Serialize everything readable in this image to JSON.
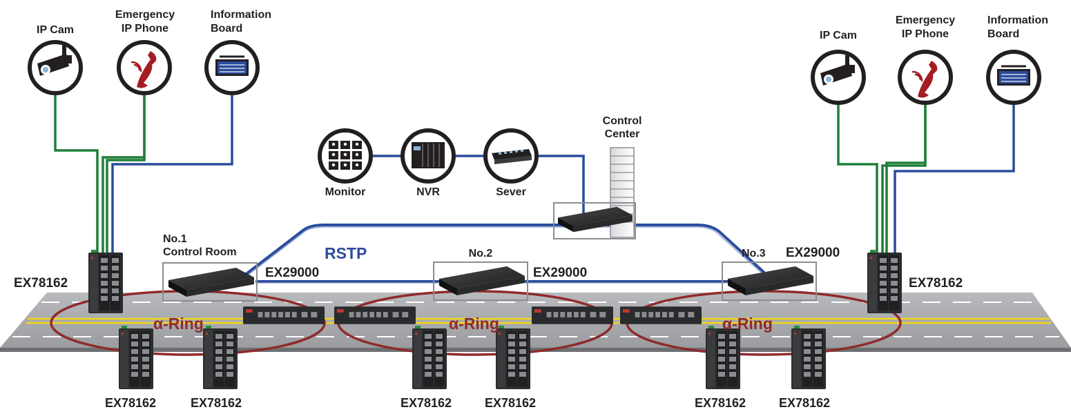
{
  "left_site": {
    "devices": [
      {
        "label": "IP Cam",
        "icon": "ip-camera-icon"
      },
      {
        "label_line1": "Emergency",
        "label_line2": "IP Phone",
        "icon": "emergency-phone-icon"
      },
      {
        "label_line1": "Information",
        "label_line2": "Board",
        "icon": "information-board-icon"
      }
    ],
    "switch_label": "EX78162"
  },
  "right_site": {
    "devices": [
      {
        "label": "IP Cam",
        "icon": "ip-camera-icon"
      },
      {
        "label_line1": "Emergency",
        "label_line2": "IP Phone",
        "icon": "emergency-phone-icon"
      },
      {
        "label_line1": "Information",
        "label_line2": "Board",
        "icon": "information-board-icon"
      }
    ],
    "switch_label": "EX78162"
  },
  "control_center": {
    "label_line1": "Control",
    "label_line2": "Center",
    "devices": [
      {
        "label": "Monitor",
        "icon": "video-wall-monitor-icon"
      },
      {
        "label": "NVR",
        "icon": "nvr-icon"
      },
      {
        "label": "Sever",
        "icon": "server-switch-icon"
      }
    ]
  },
  "core_switches": [
    {
      "number": "No.1",
      "location": "Control Room",
      "model": "EX29000"
    },
    {
      "number": "No.2",
      "model": "EX29000"
    },
    {
      "number": "No.3",
      "model": "EX29000"
    }
  ],
  "protocol_label": "RSTP",
  "rings": [
    {
      "label": "α-Ring"
    },
    {
      "label": "α-Ring"
    },
    {
      "label": "α-Ring"
    }
  ],
  "ring_switches": [
    "EX78162",
    "EX78162",
    "EX78162",
    "EX78162",
    "EX78162",
    "EX78162"
  ],
  "colors": {
    "ethernet_green": "#1f7f3a",
    "fiber_blue": "#2a4c9c",
    "ring_red": "#8f2a2c",
    "road_gray": "#a6a8ab",
    "lane_yellow": "#f3d51a",
    "icon_circle": "#231f20",
    "phone_red": "#a51d24"
  }
}
